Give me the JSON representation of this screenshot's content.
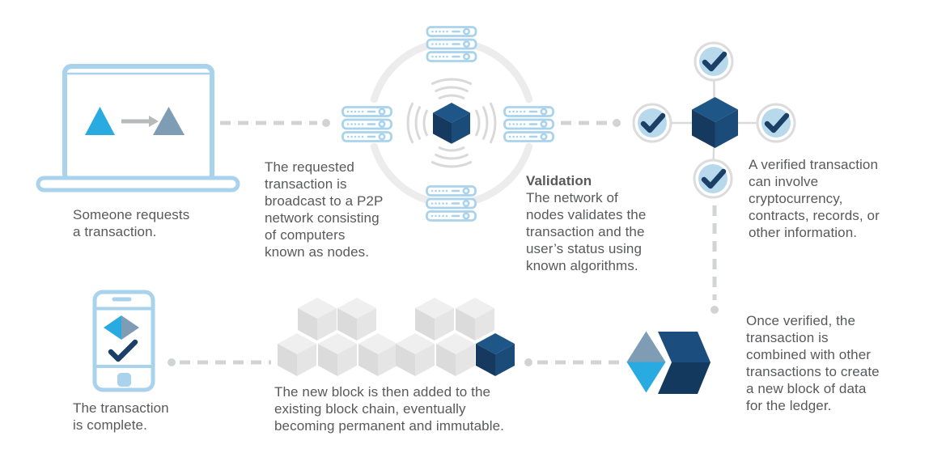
{
  "steps": {
    "request": {
      "caption": "Someone requests\na transaction."
    },
    "broadcast": {
      "caption": "The requested\ntransaction is\nbroadcast to a P2P\nnetwork consisting\nof computers\nknown as nodes."
    },
    "validation": {
      "title": "Validation",
      "body": "The network of\nnodes validates the\ntransaction and the\nuser’s status using\nknown algorithms."
    },
    "verified": {
      "caption": "A verified transaction\ncan involve\ncryptocurrency,\ncontracts, records, or\nother information."
    },
    "combine": {
      "caption": "Once verified, the\ntransaction is\ncombined with other\ntransactions to create\na new block of data\nfor the ledger."
    },
    "append": {
      "caption": "The new block is then added to the\nexisting block chain, eventually\nbecoming permanent and immutable."
    },
    "complete": {
      "caption": "The transaction\nis complete."
    }
  },
  "icons": {
    "laptop-icon": "laptop with transaction request triangles and arrow",
    "server-node-icon": "stacked server rack (P2P node), four around network ring",
    "broadcast-waves-icon": "signal ripples radiating from central block",
    "block-cube-icon": "isometric navy blockchain block",
    "checkmark-badge-icon": "navy checkmark inside light blue circle badge",
    "verified-block-icon": "navy block connected to four checkmark badges",
    "transaction-diamond-icon": "two-tone diamond (cyan and steel blue)",
    "chevron-arrow-icon": "navy forward chevron arrow",
    "blockchain-cubes-icon": "cluster of gray isometric blocks forming a chain",
    "new-block-icon": "navy block appended at right end of chain",
    "smartphone-icon": "smartphone showing diamond and checkmark",
    "dashed-connector": "gray dashed flow line ending in a dot"
  },
  "colors": {
    "bg": "#ffffff",
    "text_gray": "#58595b",
    "accent_cyan": "#29abe2",
    "steel_blue": "#7e9db5",
    "outline_blue": "#a9d3ec",
    "badge_fill": "#b7d9eb",
    "badge_ring": "#dcdcdc",
    "check_navy": "#1b3f66",
    "navy_top": "#1d5687",
    "navy_left": "#16395f",
    "navy_right": "#1b4b78",
    "chevron_top": "#1b4e7e",
    "chevron_bottom": "#14395f",
    "gray_top": "#efefef",
    "gray_left": "#dbdbdb",
    "gray_right": "#e5e5e5",
    "connector_gray": "#d1d3d4",
    "ring_gray": "#ececec",
    "waves_gray": "#d9d9d9",
    "cluster_line_gray": "#d9d9d9",
    "arrow_gray": "#b7b9bb"
  }
}
